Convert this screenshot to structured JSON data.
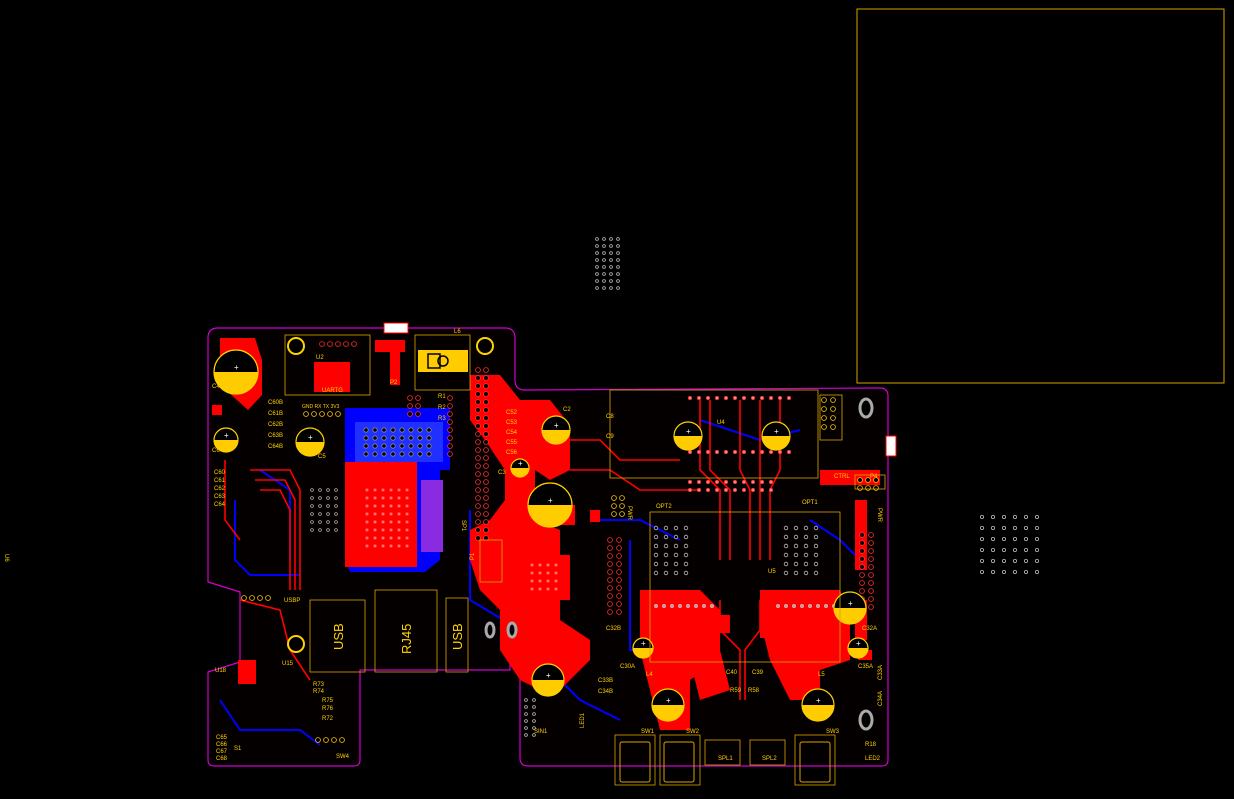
{
  "colors": {
    "background": "#000000",
    "top_copper": "#ff0000",
    "bottom_copper": "#0000ff",
    "silkscreen": "#ffd400",
    "outline": "#ff00ff",
    "pad_gold": "#ffcc00",
    "pad_gray": "#a0a0a0",
    "via_violet": "#8a2be2"
  },
  "canvas": {
    "left_edge_label": "U6"
  },
  "connectors": {
    "usb1": "USB",
    "rj45": "RJ45",
    "usb2": "USB"
  },
  "components": {
    "u2": "U2",
    "uart_text": "UARTG",
    "header_pins": "GND RX TX 3V3",
    "l6": "L6",
    "p2": "P2",
    "r1": "R1",
    "r2": "R2",
    "r3": "R3",
    "c2": "C2",
    "c3": "C3",
    "c4": "C4",
    "c5": "C5",
    "c6": "C6",
    "c8": "C8",
    "c9": "C9",
    "c60b": "C60B",
    "c61b": "C61B",
    "c62b": "C62B",
    "c63b": "C63B",
    "c64b": "C64B",
    "c60": "C60",
    "c61": "C61",
    "c62": "C62",
    "c63": "C63",
    "c64": "C64",
    "c52": "C52",
    "c53": "C53",
    "c54": "C54",
    "c55": "C55",
    "c56": "C56",
    "u4": "U4",
    "u5": "U5",
    "u15": "U15",
    "u18": "U18",
    "r73": "R73",
    "r74": "R74",
    "r75": "R75",
    "r76": "R76",
    "r72": "R72",
    "c65": "C65",
    "c66": "C66",
    "c67": "C67",
    "c68": "C68",
    "s1": "S1",
    "sw4": "SW4",
    "ctrl": "CTRL",
    "p4": "P4",
    "pwr": "PWR",
    "p1": "P1",
    "l4": "L4",
    "l5": "L5",
    "c40": "C40",
    "c39": "C39",
    "r59": "R59",
    "r58": "R58",
    "c32b": "C32B",
    "c32a": "C32A",
    "c30a": "C30A",
    "c33b": "C33B",
    "c34b": "C34B",
    "c35a": "C35A",
    "c34a": "C34A",
    "c33a": "C33A",
    "sw1": "SW1",
    "sw2": "SW2",
    "sw3": "SW3",
    "spl1": "SPL1",
    "spl2": "SPL2",
    "r18": "R18",
    "led2": "LED2",
    "led1": "LED1",
    "sin1": "SIN1",
    "opt1": "OPT1",
    "opt2": "OPT2",
    "pwr_b": "PWR",
    "usbp": "USBP",
    "sp1": "SP1"
  }
}
